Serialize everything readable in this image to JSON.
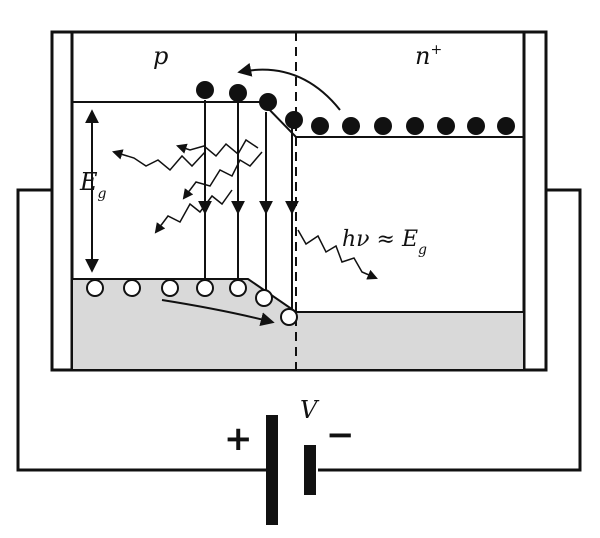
{
  "labels": {
    "p": "p",
    "n_base": "n",
    "n_sup": "+",
    "eg_main": "E",
    "eg_sub": "g",
    "photon_hv": "hν ≈ E",
    "photon_sub": "g",
    "voltage": "V",
    "plus": "+",
    "minus": "−"
  },
  "colors": {
    "line": "#111111",
    "valence_fill": "#d9d9d9",
    "electron": "#111111",
    "hole": "#ffffff"
  }
}
